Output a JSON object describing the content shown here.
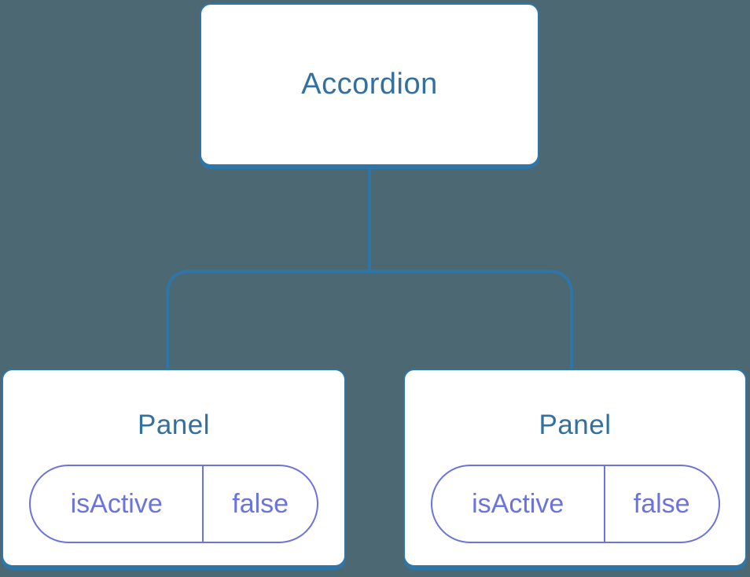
{
  "colors": {
    "background": "#4C6872",
    "tree_line": "#2E76A8",
    "node_border": "#2E76A8",
    "node_title": "#31709F",
    "state_accent": "#6B74DC"
  },
  "tree": {
    "root": {
      "title": "Accordion"
    },
    "children": [
      {
        "title": "Panel",
        "state": {
          "name": "isActive",
          "value": "false"
        }
      },
      {
        "title": "Panel",
        "state": {
          "name": "isActive",
          "value": "false"
        }
      }
    ]
  }
}
